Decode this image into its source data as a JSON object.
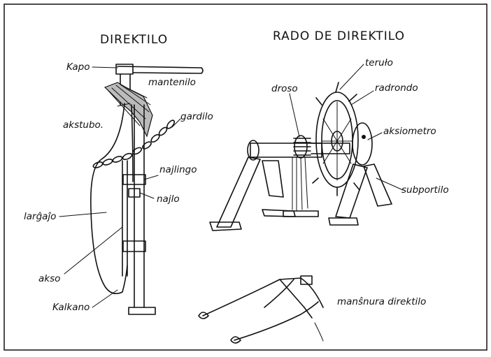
{
  "titles": {
    "left": "DIREKTILO",
    "right": "RADO DE DIREKTILO"
  },
  "labels": {
    "kapo": "Kapo",
    "mantenilo": "mantenilo",
    "akstubo": "akstubo.",
    "gardilo": "gardilo",
    "najlingo": "najlingo",
    "najlo": "najlo",
    "largajo": "larĝaĵo",
    "akso": "akso",
    "kalkano": "Kalkano",
    "terulo": "teruło",
    "droso": "droso",
    "radrondo": "radrondo",
    "aksiometro": "aksiometro",
    "subportilo": "subportilo",
    "mansnura_direktilo": "manŝnura direktilo"
  },
  "icons": [
    "rudder-illustration",
    "steering-wheel-illustration",
    "hand-tiller-illustration"
  ]
}
